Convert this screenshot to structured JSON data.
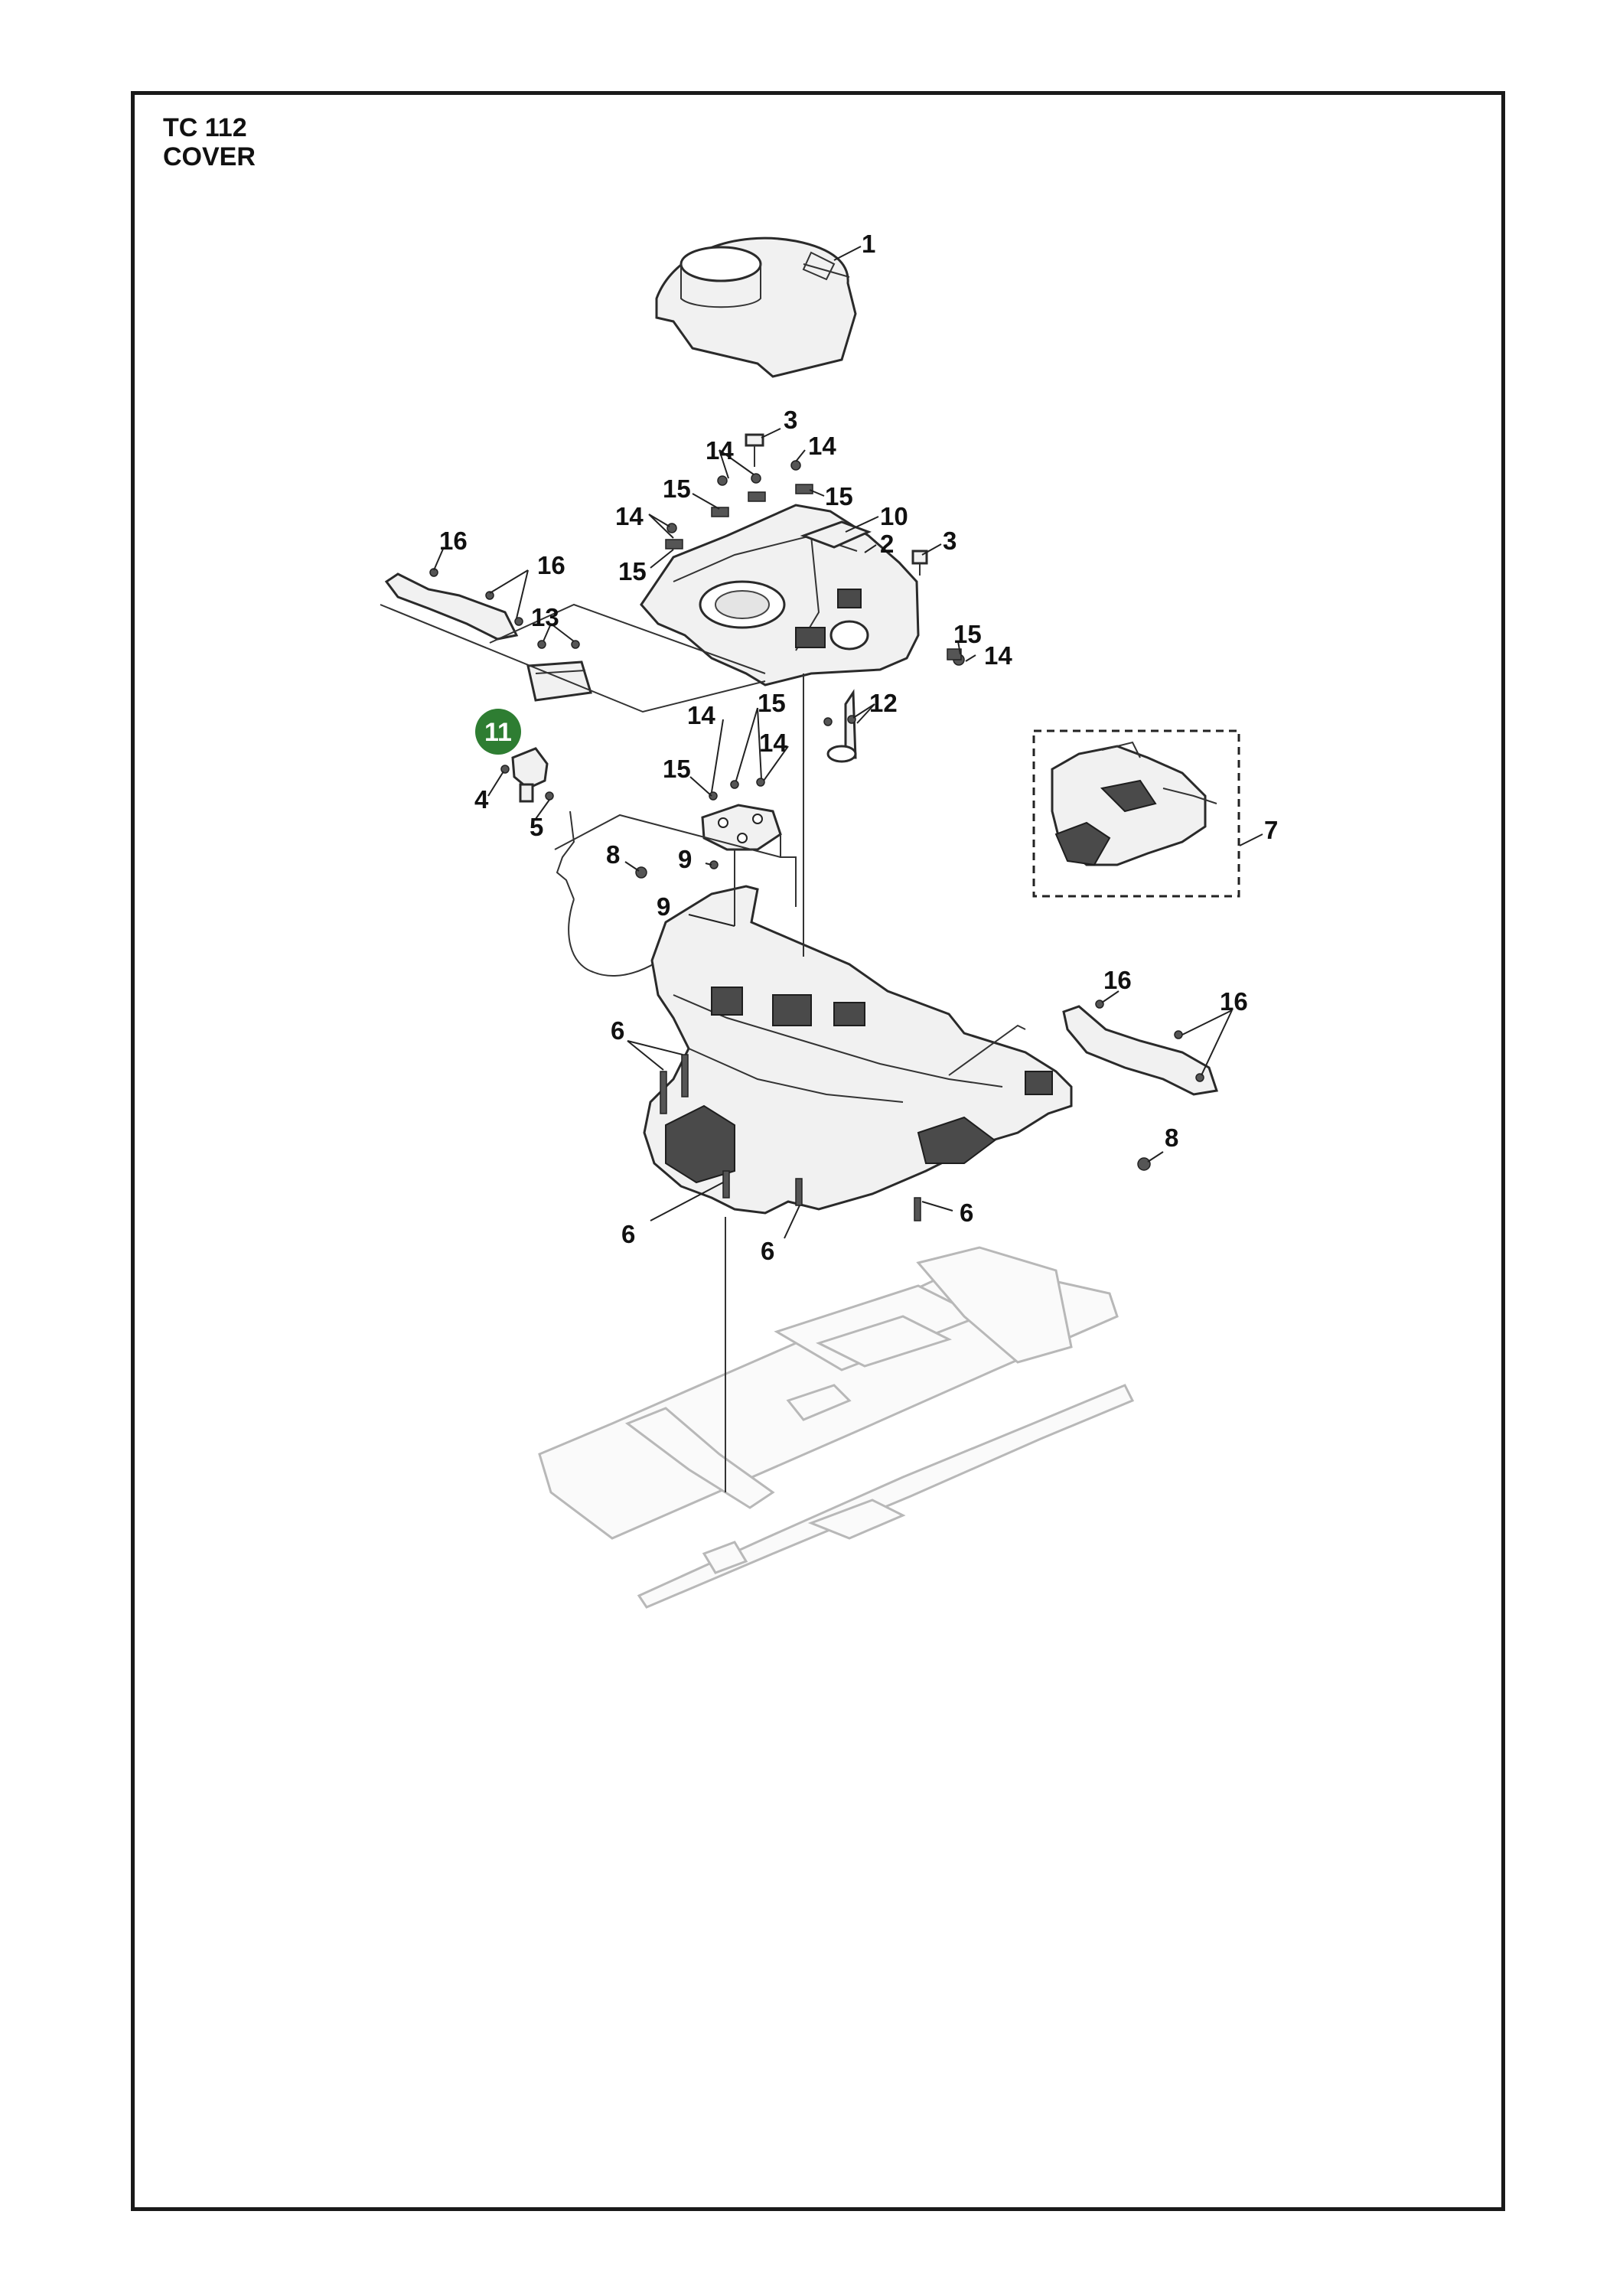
{
  "header": {
    "code": "TC 112",
    "section": "COVER"
  },
  "highlight": {
    "label": "11",
    "color": "#2e7d32"
  },
  "callouts": [
    {
      "id": "c1",
      "text": "1"
    },
    {
      "id": "c3a",
      "text": "3"
    },
    {
      "id": "c14a",
      "text": "14"
    },
    {
      "id": "c14b",
      "text": "14"
    },
    {
      "id": "c15a",
      "text": "15"
    },
    {
      "id": "c15b",
      "text": "15"
    },
    {
      "id": "c14c",
      "text": "14"
    },
    {
      "id": "c10",
      "text": "10"
    },
    {
      "id": "c3b",
      "text": "3"
    },
    {
      "id": "c2",
      "text": "2"
    },
    {
      "id": "c15c",
      "text": "15"
    },
    {
      "id": "c16a",
      "text": "16"
    },
    {
      "id": "c16b",
      "text": "16"
    },
    {
      "id": "c13",
      "text": "13"
    },
    {
      "id": "c15d",
      "text": "15"
    },
    {
      "id": "c14d",
      "text": "14"
    },
    {
      "id": "c12",
      "text": "12"
    },
    {
      "id": "c14e",
      "text": "14"
    },
    {
      "id": "c15e",
      "text": "15"
    },
    {
      "id": "c14f",
      "text": "14"
    },
    {
      "id": "c15f",
      "text": "15"
    },
    {
      "id": "c4",
      "text": "4"
    },
    {
      "id": "c5",
      "text": "5"
    },
    {
      "id": "c8a",
      "text": "8"
    },
    {
      "id": "c9a",
      "text": "9"
    },
    {
      "id": "c9b",
      "text": "9"
    },
    {
      "id": "c7",
      "text": "7"
    },
    {
      "id": "c16c",
      "text": "16"
    },
    {
      "id": "c16d",
      "text": "16"
    },
    {
      "id": "c6a",
      "text": "6"
    },
    {
      "id": "c8b",
      "text": "8"
    },
    {
      "id": "c6b",
      "text": "6"
    },
    {
      "id": "c6c",
      "text": "6"
    },
    {
      "id": "c6d",
      "text": "6"
    }
  ]
}
